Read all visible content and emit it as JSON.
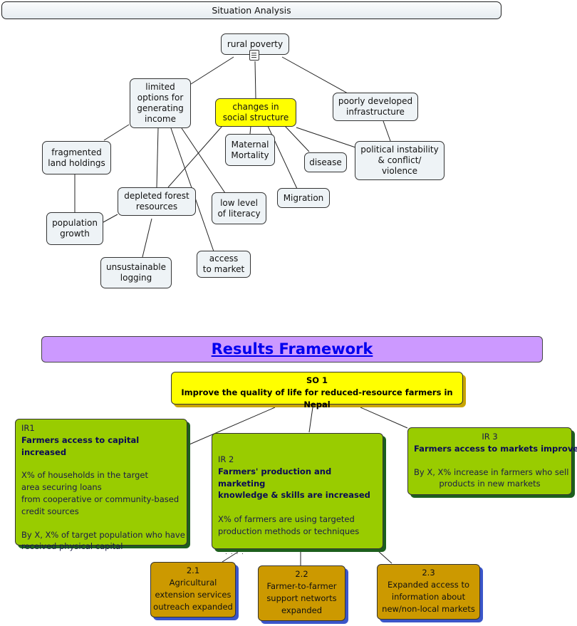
{
  "situation": {
    "title": "Situation Analysis",
    "nodes": {
      "rural_poverty": "rural poverty",
      "limited_options": [
        "limited",
        "options for",
        "generating",
        "income"
      ],
      "changes_social": [
        "changes in",
        "social structure"
      ],
      "poorly_developed": [
        "poorly developed",
        "infrastructure"
      ],
      "fragmented": [
        "fragmented",
        "land holdings"
      ],
      "maternal": [
        "Maternal",
        "Mortality"
      ],
      "disease": "disease",
      "political": [
        "political instability",
        "& conflict/",
        "violence"
      ],
      "depleted": [
        "depleted forest",
        "resources"
      ],
      "literacy": [
        "low level",
        "of literacy"
      ],
      "migration": "Migration",
      "population": [
        "population",
        "growth"
      ],
      "logging": [
        "unsustainable",
        "logging"
      ],
      "market": [
        "access",
        "to market"
      ]
    }
  },
  "results": {
    "title": "Results Framework",
    "so": {
      "label": "SO 1",
      "text": "Improve the quality of life for reduced-resource farmers in Nepal"
    },
    "ir1": {
      "label": "IR1",
      "title": "Farmers access to capital increased",
      "indicator1": [
        "X% of households in the target",
        "area securing loans",
        "from cooperative or community-based",
        "credit sources"
      ],
      "indicator2": [
        "By X, X% of target population who have",
        "received physical capital"
      ]
    },
    "ir2": {
      "label": "IR 2",
      "title": [
        "Farmers' production and marketing",
        "knowledge & skills are increased"
      ],
      "indicator": [
        "X% of farmers are using targeted",
        "production methods or techniques"
      ]
    },
    "ir3": {
      "label": "IR 3",
      "title": "Farmers access to markets improved",
      "indicator": [
        "By X, X% increase in farmers who sell",
        "products in new markets"
      ]
    },
    "sub1": {
      "label": "2.1",
      "text": [
        "Agricultural",
        "extension services",
        "outreach expanded"
      ]
    },
    "sub2": {
      "label": "2.2",
      "text": [
        "Farmer-to-farmer",
        "support networts",
        "expanded"
      ]
    },
    "sub3": {
      "label": "2.3",
      "text": [
        "Expanded access to",
        "information about",
        "new/non-local markets"
      ]
    },
    "ellipsis": ". . . ."
  },
  "colors": {
    "node_fill": "#eef3f6",
    "highlight": "#ffff00",
    "header": "#cc99ff",
    "ir_green": "#99cc00",
    "sub_gold": "#cc9900",
    "link": "#0000ee"
  },
  "icons": {
    "concept_doc": "document-icon"
  }
}
